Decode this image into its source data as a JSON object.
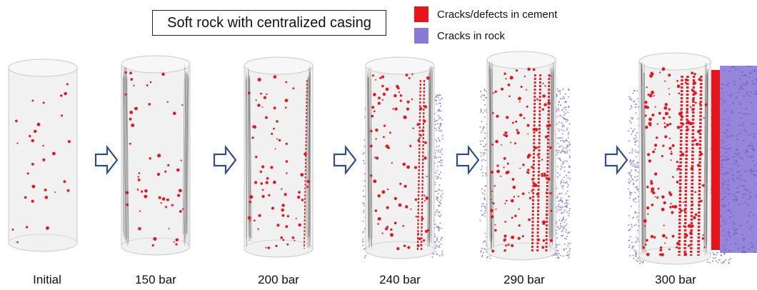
{
  "title": "Soft rock with centralized casing",
  "legend": [
    {
      "label": "Cracks/defects in cement",
      "color": "#e8141c"
    },
    {
      "label": "Cracks in rock",
      "color": "#8a79d6"
    }
  ],
  "colors": {
    "cement_crack": "#e8141c",
    "rock_crack": "#8a79d6",
    "arrow": "#2c4f8c"
  },
  "stages": [
    {
      "label": "Initial",
      "damage": 0.0
    },
    {
      "label": "150 bar",
      "damage": 0.15
    },
    {
      "label": "200 bar",
      "damage": 0.3
    },
    {
      "label": "240 bar",
      "damage": 0.5
    },
    {
      "label": "290 bar",
      "damage": 0.75
    },
    {
      "label": "300 bar",
      "damage": 1.0
    }
  ]
}
